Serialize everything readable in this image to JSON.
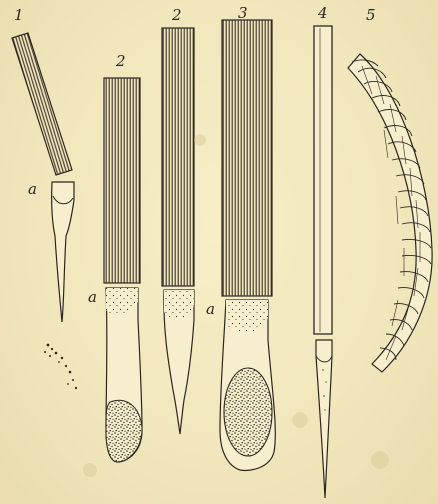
{
  "figure": {
    "numbers": [
      "1",
      "2",
      "2",
      "3",
      "4",
      "5"
    ],
    "marker": "a",
    "ink_color": "#2a2620",
    "paper_color": "#f3e9c0"
  }
}
